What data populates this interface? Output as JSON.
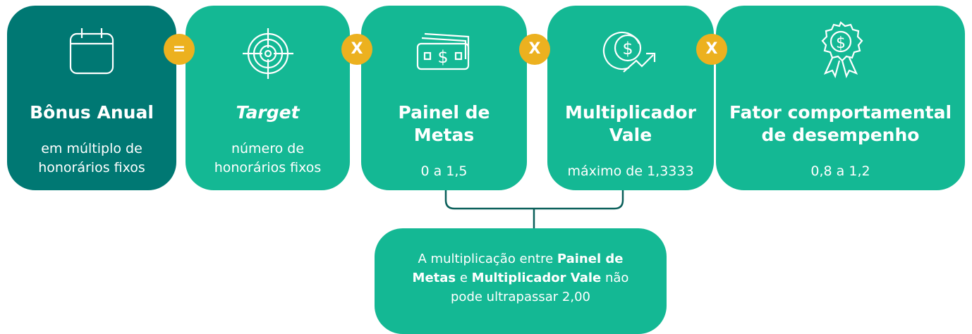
{
  "cards": [
    {
      "title": "Bônus  Anual",
      "desc_line1": "em múltiplo de",
      "desc_line2": "honorários fixos",
      "icon": "calendar-icon"
    },
    {
      "title": "Target",
      "desc_line1": "número de",
      "desc_line2": "honorários fixos",
      "icon": "target-icon"
    },
    {
      "title_line1": "Painel de",
      "title_line2": "Metas",
      "desc": "0 a 1,5",
      "icon": "money-bills-icon"
    },
    {
      "title_line1": "Multiplicador",
      "title_line2": "Vale",
      "desc": "máximo de 1,3333",
      "icon": "dollar-growth-icon"
    },
    {
      "title_line1": "Fator comportamental",
      "title_line2": "de desempenho",
      "desc": "0,8 a 1,2",
      "icon": "award-ribbon-icon"
    }
  ],
  "operators": [
    "=",
    "X",
    "X",
    "X"
  ],
  "note": {
    "part1": "A multiplicação entre ",
    "bold1": "Painel de Metas",
    "part2": " e ",
    "bold2": "Multiplicador Vale",
    "part3": " não pode ultrapassar 2,00"
  },
  "colors": {
    "dark_teal": "#007873",
    "teal": "#14b894",
    "operator": "#ecb11f",
    "connector": "#0a5f5a"
  }
}
